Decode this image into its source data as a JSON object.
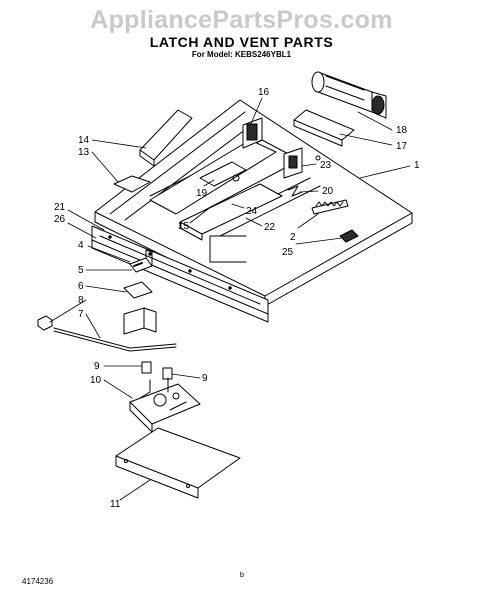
{
  "watermark": "AppliancePartsPros.com",
  "title": "LATCH AND VENT PARTS",
  "subtitle": "For Model: KEBS246YBL1",
  "footer": {
    "code": "4174236",
    "page": "b"
  },
  "callouts": {
    "c1": "1",
    "c2": "2",
    "c4": "4",
    "c5": "5",
    "c6": "6",
    "c7": "7",
    "c8": "8",
    "c9a": "9",
    "c9b": "9",
    "c10": "10",
    "c11": "11",
    "c13": "13",
    "c14": "14",
    "c15": "15",
    "c16": "16",
    "c17": "17",
    "c18": "18",
    "c19": "19",
    "c20": "20",
    "c21": "21",
    "c22": "22",
    "c23": "23",
    "c24": "24",
    "c25": "25",
    "c26": "26"
  },
  "colors": {
    "ink": "#000000",
    "watermark": "#c9c9c9",
    "shade": "#2a2a2a"
  }
}
